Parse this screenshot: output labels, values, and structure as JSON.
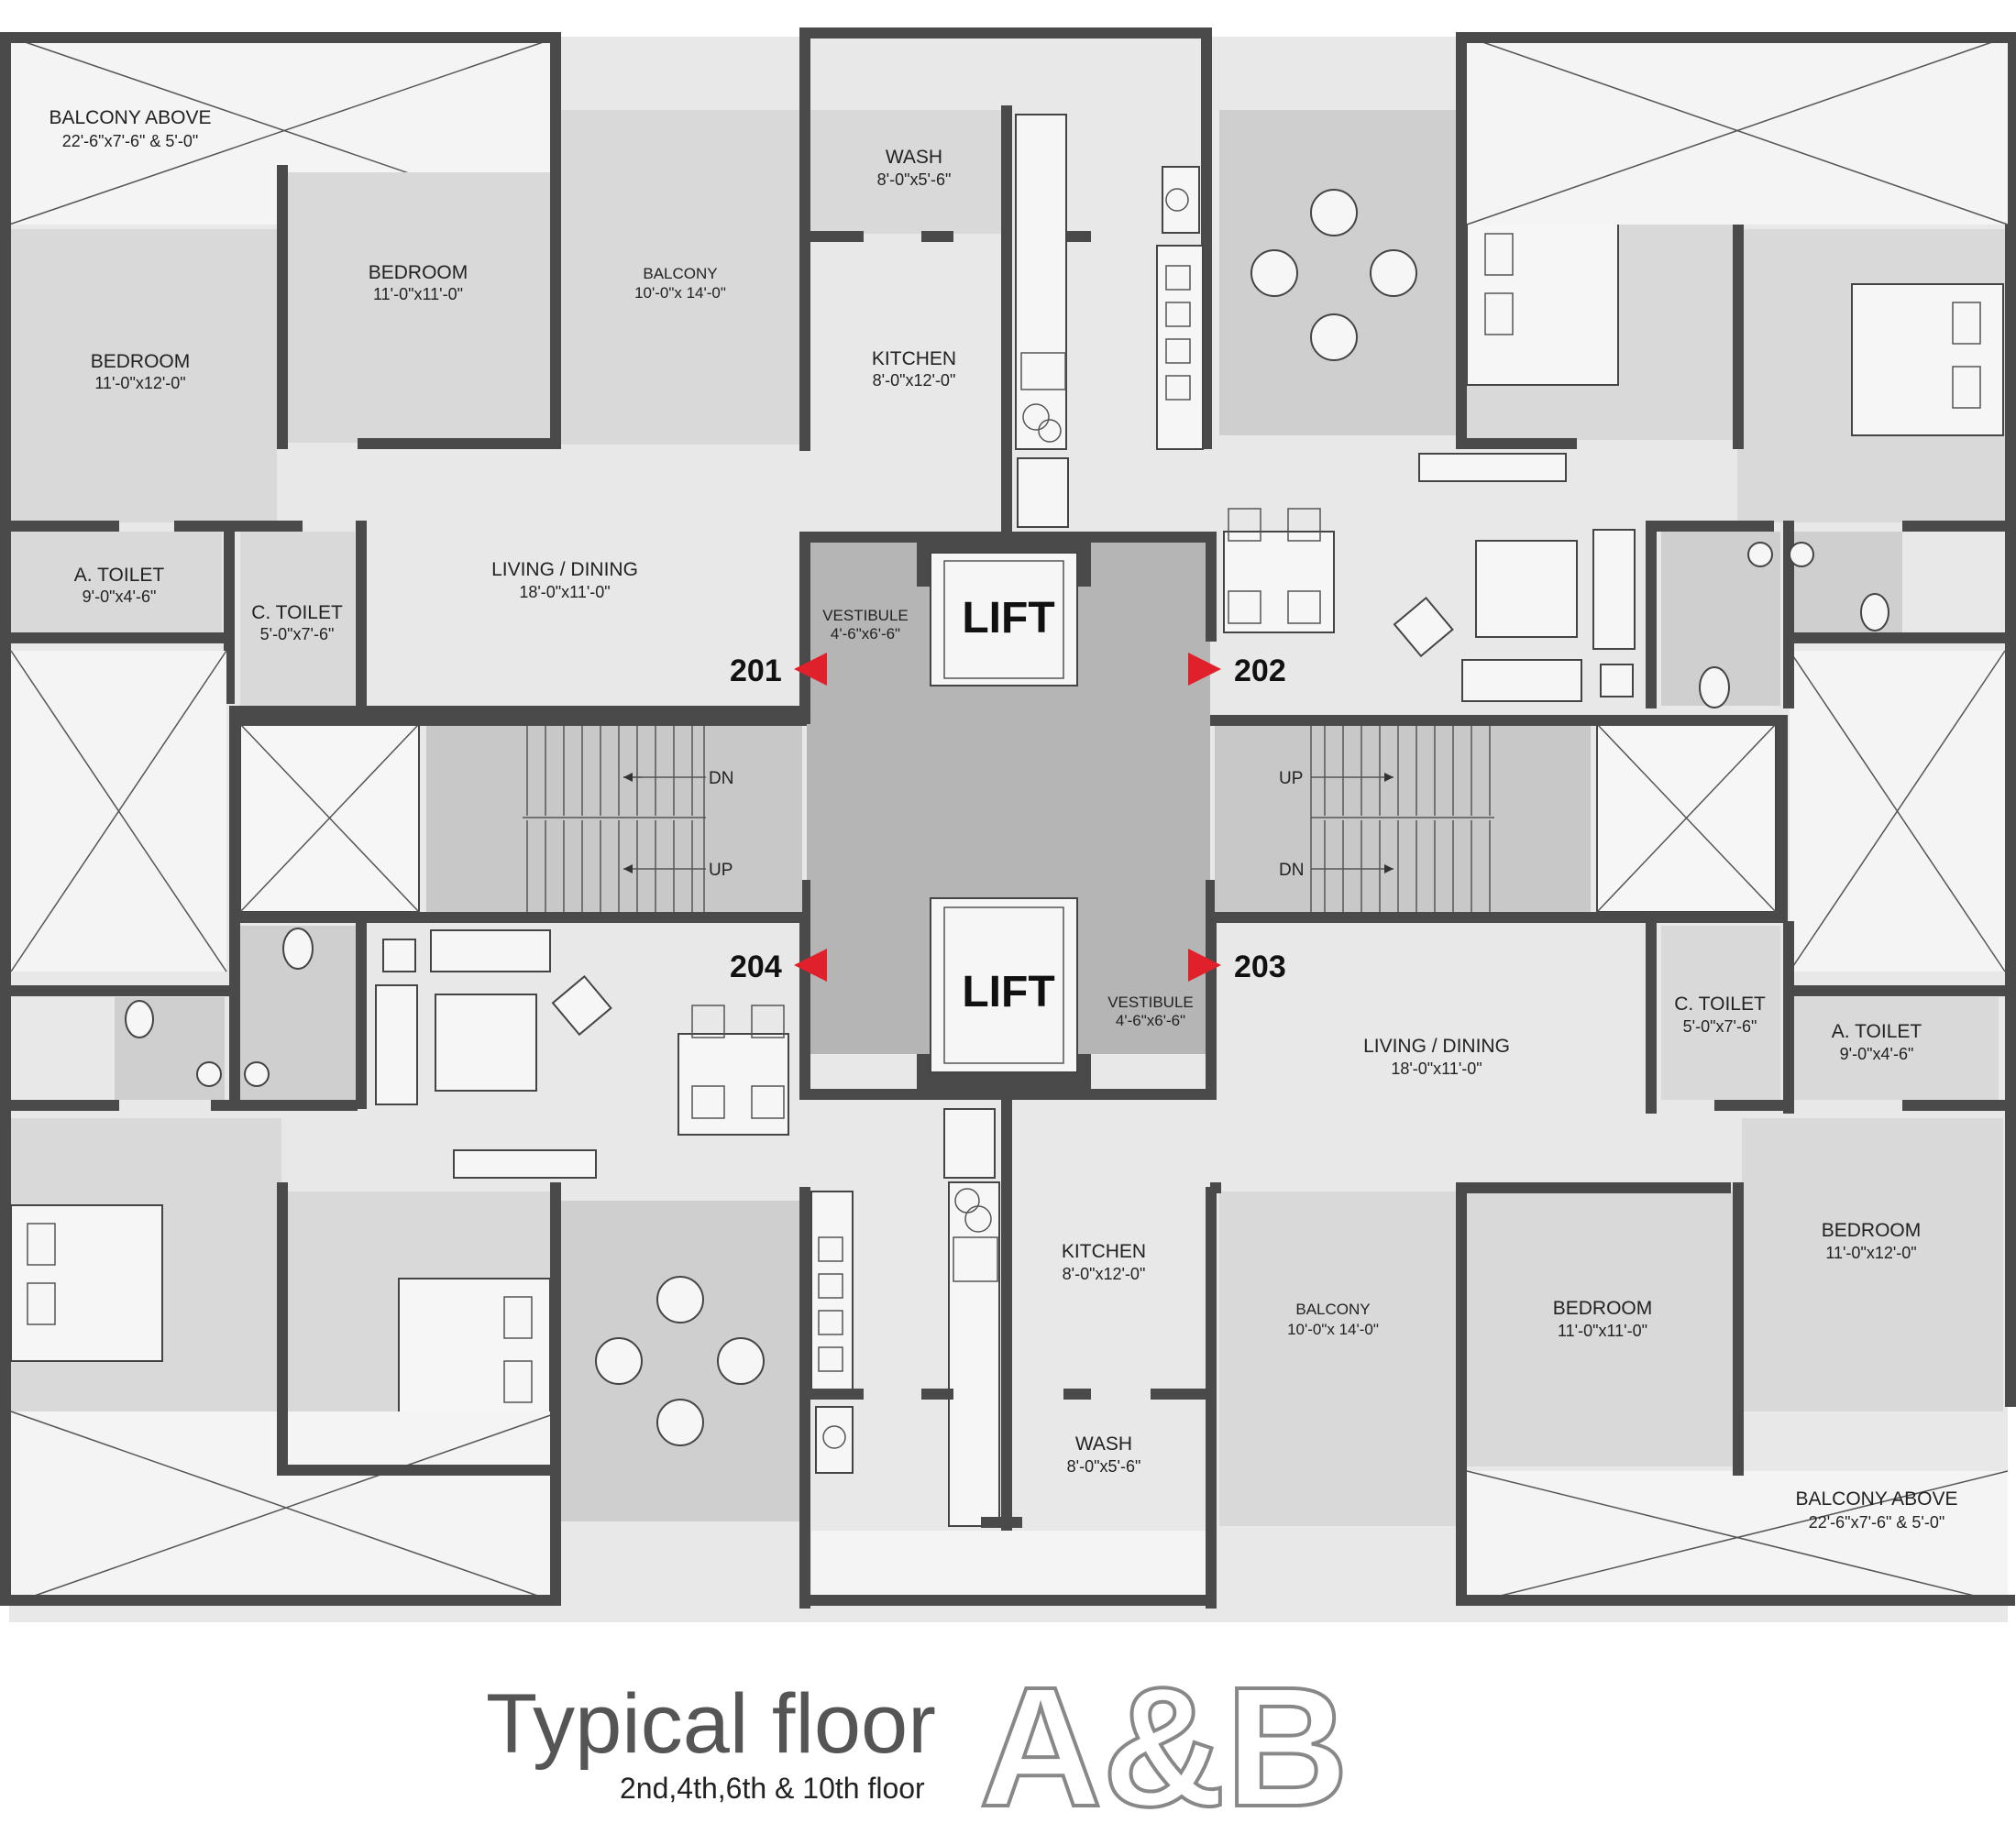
{
  "units": {
    "u201": "201",
    "u202": "202",
    "u203": "203",
    "u204": "204"
  },
  "lift": {
    "top": "LIFT",
    "bottom": "LIFT"
  },
  "vestibule": {
    "top_label": "VESTIBULE",
    "top_dim": "4'-6\"x6'-6\"",
    "bottom_label": "VESTIBULE",
    "bottom_dim": "4'-6\"x6'-6\""
  },
  "stairs": {
    "left_dn": "DN",
    "left_up": "UP",
    "right_up": "UP",
    "right_dn": "DN"
  },
  "rooms": {
    "balcony_above_tl": {
      "label": "BALCONY ABOVE",
      "dim": "22'-6\"x7'-6\" & 5'-0\""
    },
    "bedroom_tl1": {
      "label": "BEDROOM",
      "dim": "11'-0\"x12'-0\""
    },
    "bedroom_tl2": {
      "label": "BEDROOM",
      "dim": "11'-0\"x11'-0\""
    },
    "balcony_tl": {
      "label": "BALCONY",
      "dim": "10'-0\"x 14'-0\""
    },
    "wash_t": {
      "label": "WASH",
      "dim": "8'-0\"x5'-6\""
    },
    "kitchen_t": {
      "label": "KITCHEN",
      "dim": "8'-0\"x12'-0\""
    },
    "a_toilet_tl": {
      "label": "A. TOILET",
      "dim": "9'-0\"x4'-6\""
    },
    "c_toilet_tl": {
      "label": "C. TOILET",
      "dim": "5'-0\"x7'-6\""
    },
    "living_tl": {
      "label": "LIVING / DINING",
      "dim": "18'-0\"x11'-0\""
    },
    "living_br": {
      "label": "LIVING / DINING",
      "dim": "18'-0\"x11'-0\""
    },
    "c_toilet_br": {
      "label": "C. TOILET",
      "dim": "5'-0\"x7'-6\""
    },
    "a_toilet_br": {
      "label": "A. TOILET",
      "dim": "9'-0\"x4'-6\""
    },
    "kitchen_b": {
      "label": "KITCHEN",
      "dim": "8'-0\"x12'-0\""
    },
    "balcony_br": {
      "label": "BALCONY",
      "dim": "10'-0\"x 14'-0\""
    },
    "bedroom_br2": {
      "label": "BEDROOM",
      "dim": "11'-0\"x11'-0\""
    },
    "bedroom_br1": {
      "label": "BEDROOM",
      "dim": "11'-0\"x12'-0\""
    },
    "wash_b": {
      "label": "WASH",
      "dim": "8'-0\"x5'-6\""
    },
    "balcony_above_br": {
      "label": "BALCONY ABOVE",
      "dim": "22'-6\"x7'-6\" & 5'-0\""
    }
  },
  "title": {
    "main": "Typical floor",
    "sub": "2nd,4th,6th & 10th floor",
    "block": "A&B"
  },
  "colors": {
    "wall": "#4a4a4a",
    "arrow": "#e0202a",
    "core": "#b5b5b5"
  }
}
